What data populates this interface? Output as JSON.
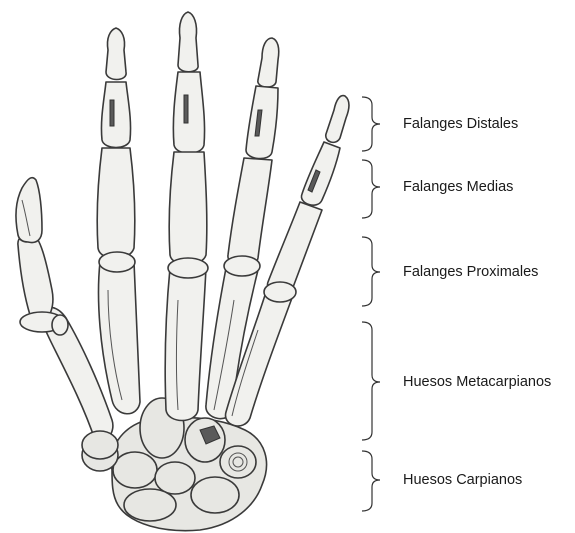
{
  "labels": {
    "distal": "Falanges Distales",
    "middle": "Falanges Medias",
    "proximal": "Falanges Proximales",
    "metacarpal": "Huesos Metacarpianos",
    "carpal": "Huesos Carpianos"
  }
}
